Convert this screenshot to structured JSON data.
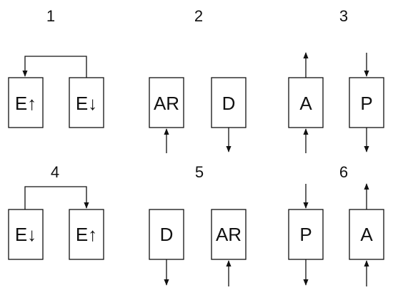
{
  "panels": [
    {
      "number": "1",
      "box_labels": [
        "E↑",
        "E↓"
      ]
    },
    {
      "number": "2",
      "box_labels": [
        "AR",
        "D"
      ]
    },
    {
      "number": "3",
      "box_labels": [
        "A",
        "P"
      ]
    },
    {
      "number": "4",
      "box_labels": [
        "E↓",
        "E↑"
      ]
    },
    {
      "number": "5",
      "box_labels": [
        "D",
        "AR"
      ]
    },
    {
      "number": "6",
      "box_labels": [
        "P",
        "A"
      ]
    }
  ]
}
